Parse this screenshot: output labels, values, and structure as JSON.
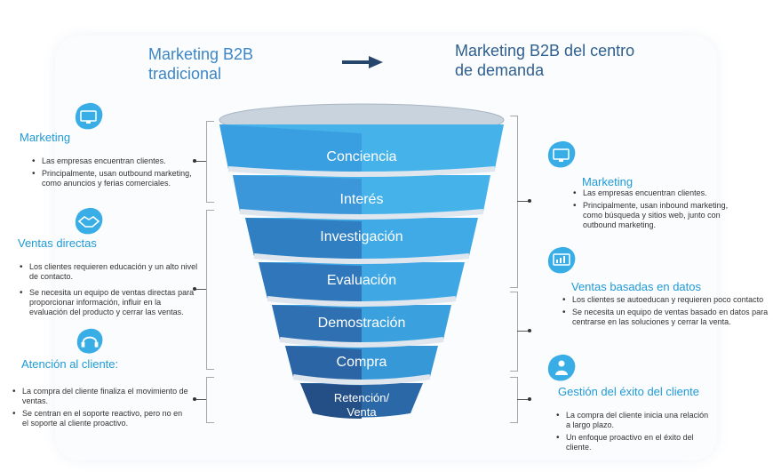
{
  "headers": {
    "left_line1": "Marketing B2B",
    "left_line2": "tradicional",
    "right_line1": "Marketing B2B del centro",
    "right_line2": "de demanda"
  },
  "funnel": {
    "stages": [
      {
        "label": "Conciencia"
      },
      {
        "label": "Interés"
      },
      {
        "label": "Investigación"
      },
      {
        "label": "Evaluación"
      },
      {
        "label": "Demostración"
      },
      {
        "label": "Compra"
      },
      {
        "label_line1": "Retención/",
        "label_line2": "Venta"
      }
    ]
  },
  "left": {
    "marketing": {
      "title": "Marketing",
      "icon": "computer-icon",
      "bullets": [
        "Las empresas encuentran clientes.",
        "Principalmente, usan outbound marketing, como anuncios y ferias comerciales."
      ]
    },
    "ventas": {
      "title": "Ventas directas",
      "icon": "handshake-icon",
      "bullets": [
        "Los clientes requieren educación y un alto nivel de contacto.",
        "Se necesita un equipo de ventas directas para proporcionar información, influir en la evaluación del producto y cerrar las ventas."
      ]
    },
    "atencion": {
      "title": "Atención al cliente:",
      "icon": "headset-icon",
      "bullets": [
        "La compra del cliente finaliza el movimiento de ventas.",
        "Se centran en el soporte reactivo, pero no en el soporte al cliente proactivo."
      ]
    }
  },
  "right": {
    "marketing": {
      "title": "Marketing",
      "icon": "computer-icon",
      "bullets": [
        "Las empresas encuentran clientes.",
        "Principalmente, usan inbound marketing, como búsqueda y sitios web, junto con outbound marketing."
      ]
    },
    "ventas": {
      "title": "Ventas basadas en datos",
      "icon": "chart-screen-icon",
      "bullets": [
        "Los clientes se autoeducan y requieren poco contacto",
        "Se necesita un equipo de ventas basado en datos para centrarse en las soluciones y cerrar la venta."
      ]
    },
    "exito": {
      "title": "Gestión del éxito del cliente",
      "icon": "person-growth-icon",
      "bullets": [
        "La compra del cliente inicia una relación a largo plazo.",
        "Un enfoque proactivo en el éxito del cliente."
      ]
    }
  },
  "colors": {
    "funnel_light": "#45b3ea",
    "funnel_dark": "#2f74b8",
    "funnel_bottom": "#234f86",
    "accent_text": "#1f9ad6",
    "arrow": "#27466b"
  }
}
